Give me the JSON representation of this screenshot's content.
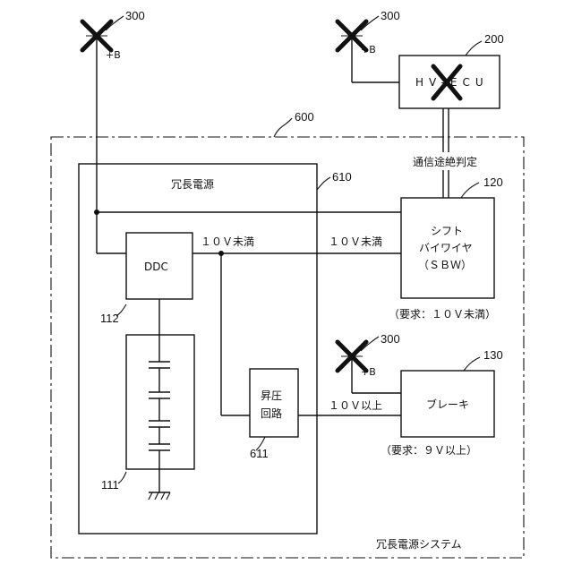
{
  "labels": {
    "redundant_system_ref": "600",
    "redundant_system_name": "冗長電源システム",
    "redundant_power_ref": "610",
    "redundant_power_name": "冗長電源",
    "hv_ecu_ref": "200",
    "hv_ecu_name": "HV-ECU",
    "b300_ref_1": "300",
    "b300_ref_2": "300",
    "b300_ref_3": "300",
    "plus_b_1": "+B",
    "plus_b_2": "+B",
    "plus_b_3": "+B",
    "comm_judgement": "通信途絶判定",
    "sbw_ref": "120",
    "sbw_line1": "シフト",
    "sbw_line2": "バイワイヤ",
    "sbw_line3": "（ＳＢＷ）",
    "sbw_requirement": "（要求：１０Ｖ未満）",
    "ddc_ref": "112",
    "ddc_name": "DDC",
    "ddc_out_label": "１０Ｖ未満",
    "sbw_in_label": "１０Ｖ未満",
    "battery_ref": "111",
    "boost_ref": "611",
    "boost_line1": "昇圧",
    "boost_line2": "回路",
    "boost_out_label": "１０Ｖ以上",
    "brake_ref": "130",
    "brake_name": "ブレーキ",
    "brake_requirement": "（要求：９Ｖ以上）"
  }
}
